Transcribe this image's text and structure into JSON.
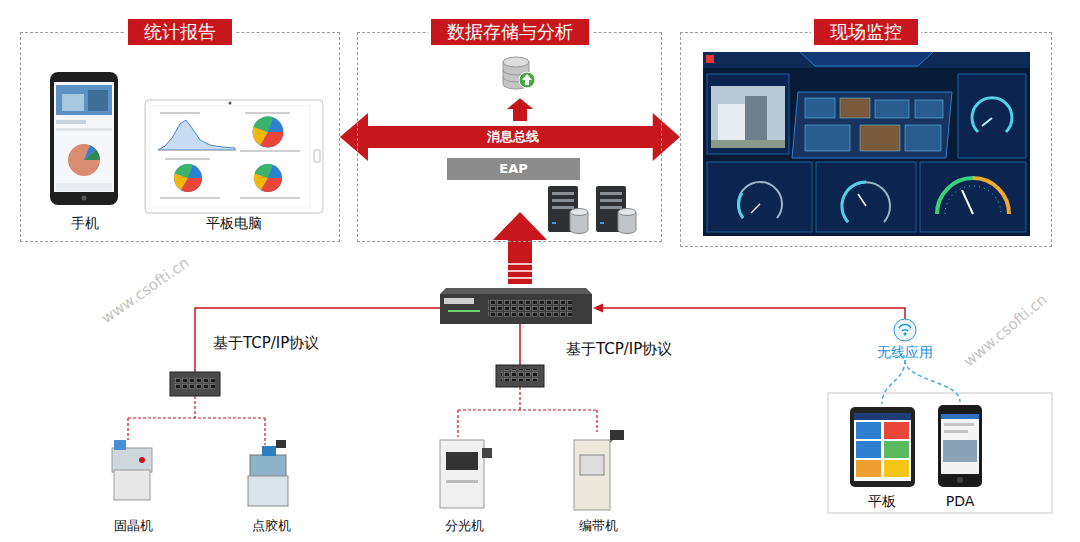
{
  "diagram": {
    "nodes": [
      {
        "text": [
          "统计报告"
        ]
      },
      {
        "text": [
          "手机"
        ],
        "in": 0
      },
      {
        "text": [
          "平板电脑"
        ],
        "in": 0
      },
      {
        "text": [
          "数据存储与分析"
        ]
      },
      {
        "text": [
          "消息总线"
        ],
        "in": 3
      },
      {
        "text": [
          "EAP"
        ],
        "in": 3
      },
      {
        "text": [
          "现场监控"
        ]
      },
      {
        "text": [
          "固晶机"
        ]
      },
      {
        "text": [
          "点胶机"
        ]
      },
      {
        "text": [
          "分光机"
        ]
      },
      {
        "text": [
          "编带机"
        ]
      },
      {
        "text": [
          "无线应用"
        ]
      },
      {
        "text": [
          "平板"
        ]
      },
      {
        "text": [
          "PDA"
        ]
      }
    ],
    "edges": [
      {
        "from": 4,
        "to": 0,
        "arrow": "to"
      },
      {
        "from": 4,
        "to": 6,
        "arrow": "to"
      },
      {
        "from": 11,
        "to": 12,
        "arrow": "none"
      },
      {
        "from": 11,
        "to": 13,
        "arrow": "none"
      }
    ],
    "labels": [
      "基于TCP/IP协议",
      "基于TCP/IP协议",
      "www.csofti.cn",
      "www.csofti.cn"
    ]
  }
}
